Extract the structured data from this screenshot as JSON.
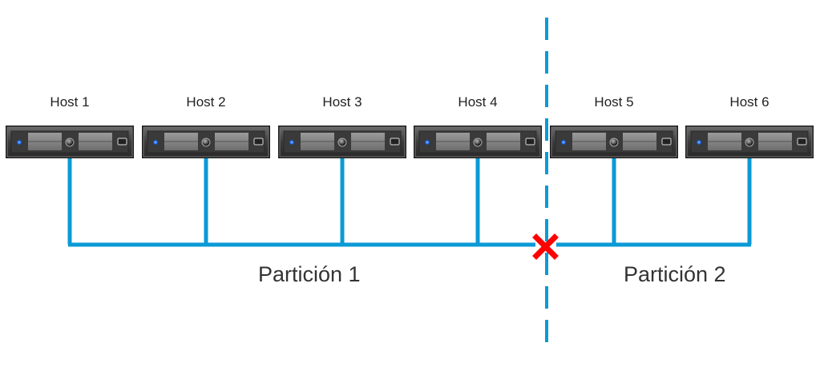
{
  "hosts": [
    {
      "label": "Host 1",
      "partition": 1
    },
    {
      "label": "Host 2",
      "partition": 1
    },
    {
      "label": "Host 3",
      "partition": 1
    },
    {
      "label": "Host 4",
      "partition": 1
    },
    {
      "label": "Host 5",
      "partition": 2
    },
    {
      "label": "Host 6",
      "partition": 2
    }
  ],
  "partitions": [
    {
      "label": "Partición 1"
    },
    {
      "label": "Partición 2"
    }
  ],
  "colors": {
    "network": "#0a9ad6",
    "partition_line": "#0a9ad6",
    "break_mark": "#ff0000",
    "server_body": "#4a4a4a",
    "server_led": "#2f7bff",
    "text": "#222222"
  },
  "break_icon": "x-mark-icon",
  "server_icon": "rack-server-icon"
}
